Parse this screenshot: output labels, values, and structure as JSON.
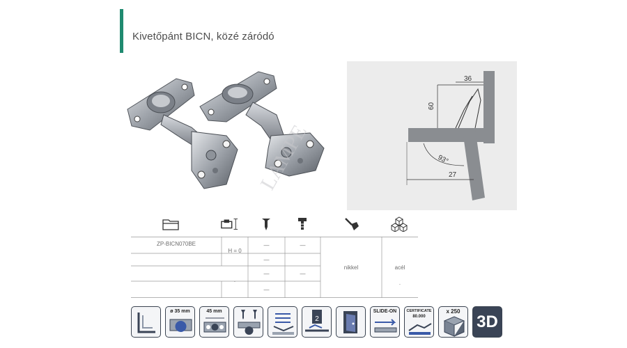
{
  "header": {
    "title": "Kivetőpánt BICN, közé záródó"
  },
  "photo": {
    "watermark": "LAMPE"
  },
  "diagram": {
    "dim_top": "36",
    "dim_height": "60",
    "dim_angle": "93°",
    "dim_bottom": "27"
  },
  "spec_table": {
    "header_icons": [
      "folder-icon",
      "hinge-height-icon",
      "wood-screw-icon",
      "euro-screw-icon",
      "paint-brush-icon",
      "material-cubes-icon"
    ],
    "row1": {
      "code": "ZP-BICN070BE",
      "height": "H = 0",
      "screw": "—",
      "euro_screw": "—"
    },
    "row2": {
      "screw": "—"
    },
    "row3": {
      "screw": "—",
      "euro_screw": "—"
    },
    "row4": {
      "screw": "—"
    },
    "finish": "nikkel",
    "material": "acél",
    "dot": "·"
  },
  "features": {
    "drill_label": "ø 35 mm",
    "distance_label": "45 mm",
    "slide_label": "SLIDE-ON",
    "cert_label": "CERTIFICATE",
    "cert_value": "80.000",
    "pack_label": "x 250",
    "three_d_label": "3D"
  }
}
